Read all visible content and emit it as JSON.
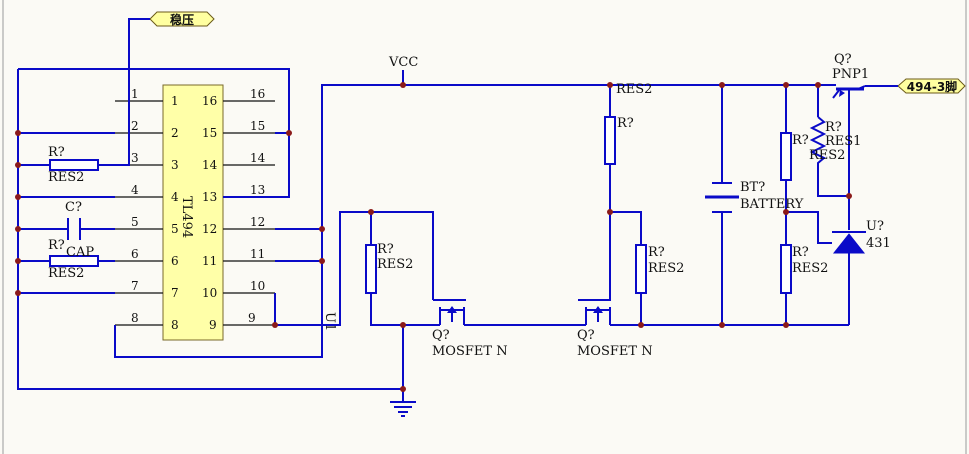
{
  "ports": {
    "regulator": "稳压",
    "pin494_3": "494-3脚"
  },
  "ic": {
    "name": "TL494",
    "designator": "U1",
    "pins_left": [
      "1",
      "2",
      "3",
      "4",
      "5",
      "6",
      "7",
      "8"
    ],
    "pins_right": [
      "16",
      "15",
      "14",
      "13",
      "12",
      "11",
      "10",
      "9"
    ],
    "outer_left": [
      "1",
      "2",
      "3",
      "4",
      "5",
      "6",
      "7",
      "8"
    ],
    "outer_right": [
      "16",
      "15",
      "14",
      "13",
      "12",
      "11",
      "10",
      "9"
    ]
  },
  "labels": {
    "vcc": "VCC",
    "r_q": "R?",
    "res2": "RES2",
    "res1": "RES1",
    "c_q": "C?",
    "cap": "CAP",
    "q_q": "Q?",
    "mosfet_n": "MOSFET N",
    "bt_q": "BT?",
    "battery": "BATTERY",
    "pnp1": "PNP1",
    "u_q": "U?",
    "u_431": "431"
  },
  "colors": {
    "wire": "#0a0ac8",
    "ic_fill": "#ffffa8",
    "junction": "#8b1a1a",
    "background": "#fbfaf5"
  }
}
